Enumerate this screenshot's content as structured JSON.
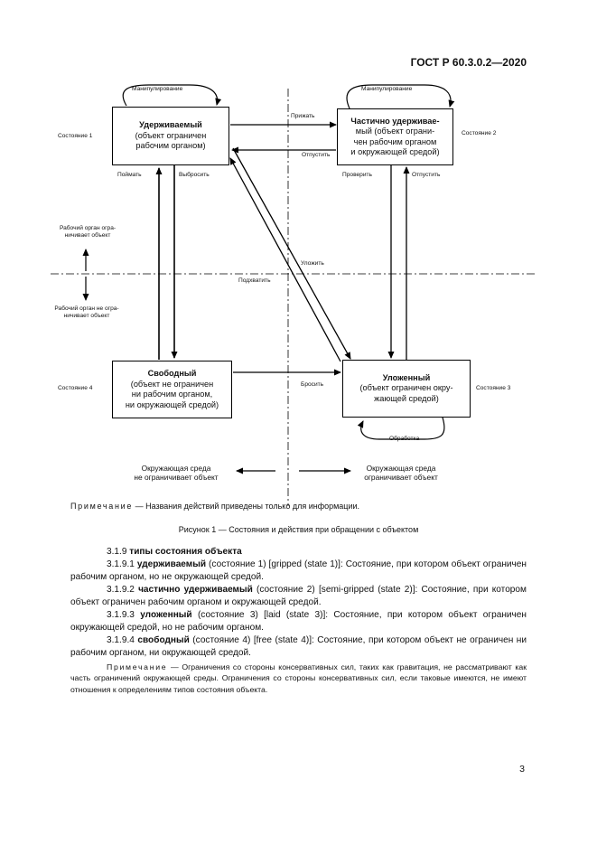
{
  "header": {
    "std_code": "ГОСТ Р 60.3.0.2—2020"
  },
  "diagram": {
    "states": {
      "s1": {
        "label": "Состояние 1",
        "title": "Удерживаемый",
        "desc1": "(объект ограничен",
        "desc2": "рабочим органом)"
      },
      "s2": {
        "label": "Состояние 2",
        "title": "Частично удерживае-",
        "desc1": "мый (объект ограни-",
        "desc2": "чен рабочим органом",
        "desc3": "и окружающей средой)"
      },
      "s3": {
        "label": "Состояние 3",
        "title": "Уложенный",
        "desc1": "(объект ограничен окру-",
        "desc2": "жающей средой)"
      },
      "s4": {
        "label": "Состояние 4",
        "title": "Свободный",
        "desc1": "(объект не ограничен",
        "desc2": "ни рабочим органом,",
        "desc3": "ни окружающей средой)"
      }
    },
    "actions": {
      "manip1": "Манипулирование",
      "manip2": "Манипулирование",
      "prizhat": "Прижать",
      "otpustit_top": "Отпустить",
      "poimat": "Поймать",
      "vybrosit": "Выбросить",
      "proverit": "Проверить",
      "otpustit_right": "Отпустить",
      "ulozhit": "Уложить",
      "podkhvatit": "Подхватить",
      "brosit": "Бросить",
      "obrabotka": "Обработка"
    },
    "side": {
      "top_l1": "Рабочий орган огра-",
      "top_l2": "ничивает объект",
      "bot_l1": "Рабочий орган не огра-",
      "bot_l2": "ничивает объект"
    },
    "env": {
      "left_l1": "Окружающая среда",
      "left_l2": "не ограничивает объект",
      "right_l1": "Окружающая среда",
      "right_l2": "ограничивает объект"
    }
  },
  "note": {
    "prefix": "Примечание",
    "text": " — Названия действий приведены только для информации."
  },
  "caption": "Рисунок 1 — Состояния и действия при обращении с объектом",
  "section": {
    "num": "3.1.9",
    "title": "типы состояния объекта",
    "p1_num": "3.1.9.1",
    "p1_term": "удерживаемый",
    "p1_text": " (состояние 1) [gripped (state 1)]: Состояние, при котором объект ограничен рабочим органом, но не окружающей средой.",
    "p2_num": "3.1.9.2",
    "p2_term": "частично удерживаемый",
    "p2_text": " (состояние 2) [semi-gripped (state 2)]: Состояние, при котором объект ограничен рабочим органом и окружающей средой.",
    "p3_num": "3.1.9.3",
    "p3_term": "уложенный",
    "p3_text": " (состояние 3) [laid (state 3)]: Состояние, при котором объект ограничен окружающей средой, но не рабочим органом.",
    "p4_num": "3.1.9.4",
    "p4_term": "свободный",
    "p4_text": " (состояние 4) [free (state 4)]: Состояние, при котором объект не ограничен ни рабочим органом, ни окружающей средой."
  },
  "footnote": {
    "prefix": "Примечание",
    "text": " — Ограничения со стороны консервативных сил, таких как гравитация, не рассматривают как часть ограничений окружающей среды. Ограничения со стороны консервативных сил, если таковые имеются, не имеют отношения к определениям типов состояния объекта."
  },
  "page_number": "3"
}
